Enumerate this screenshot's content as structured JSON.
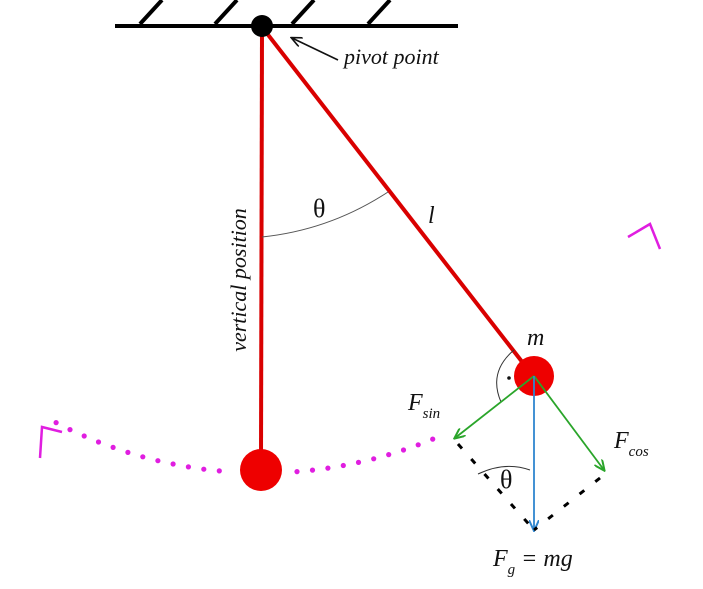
{
  "labels": {
    "pivot": "pivot point",
    "vertical": "vertical position",
    "theta_top": "θ",
    "length": "l",
    "mass": "m",
    "f_sin_main": "F",
    "f_sin_sub": "sin",
    "f_cos_main": "F",
    "f_cos_sub": "cos",
    "theta_force": "θ",
    "fg_main": "F",
    "fg_sub": "g",
    "fg_eq": "= mg"
  },
  "colors": {
    "string": "#d90000",
    "bob": "#ee0000",
    "pivot": "#000000",
    "ceiling": "#000000",
    "arc_dots": "#e01ee0",
    "force_sin_cos": "#2aa52a",
    "force_g": "#2f86cf",
    "angle_arc": "#555555",
    "text": "#111111"
  }
}
